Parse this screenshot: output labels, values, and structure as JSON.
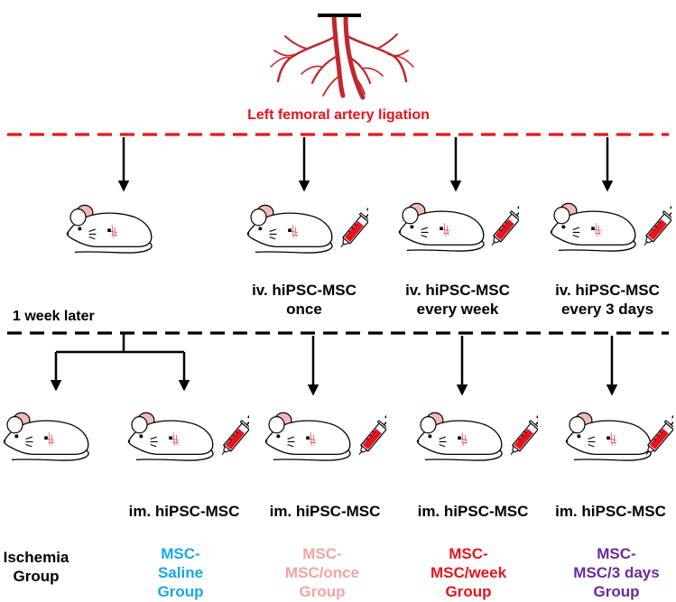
{
  "title": "Left femoral artery ligation",
  "timepoint": "1 week later",
  "iv_labels": [
    [
      "iv. hiPSC-MSC",
      "once"
    ],
    [
      "iv. hiPSC-MSC",
      "every week"
    ],
    [
      "iv. hiPSC-MSC",
      "every 3 days"
    ]
  ],
  "im_label": "im. hiPSC-MSC",
  "groups": [
    {
      "lines": [
        "Ischemia",
        "Group"
      ],
      "color": "#000000"
    },
    {
      "lines": [
        "MSC-",
        "Saline",
        "Group"
      ],
      "color": "#1aa7e6"
    },
    {
      "lines": [
        "MSC-",
        "MSC/once",
        "Group"
      ],
      "color": "#f4a3a3"
    },
    {
      "lines": [
        "MSC-",
        "MSC/week",
        "Group"
      ],
      "color": "#e8141c"
    },
    {
      "lines": [
        "MSC-",
        "MSC/3 days",
        "Group"
      ],
      "color": "#6a2b9a"
    }
  ],
  "colors": {
    "artery": "#c0272d",
    "ligation_line": "#e8141c",
    "divider": "#000000",
    "ear": "#f4b8b8",
    "syringe_fluid": "#e8141c"
  },
  "icons": [
    "artery-icon",
    "mouse-icon",
    "syringe-icon",
    "ligation-mark-icon"
  ]
}
